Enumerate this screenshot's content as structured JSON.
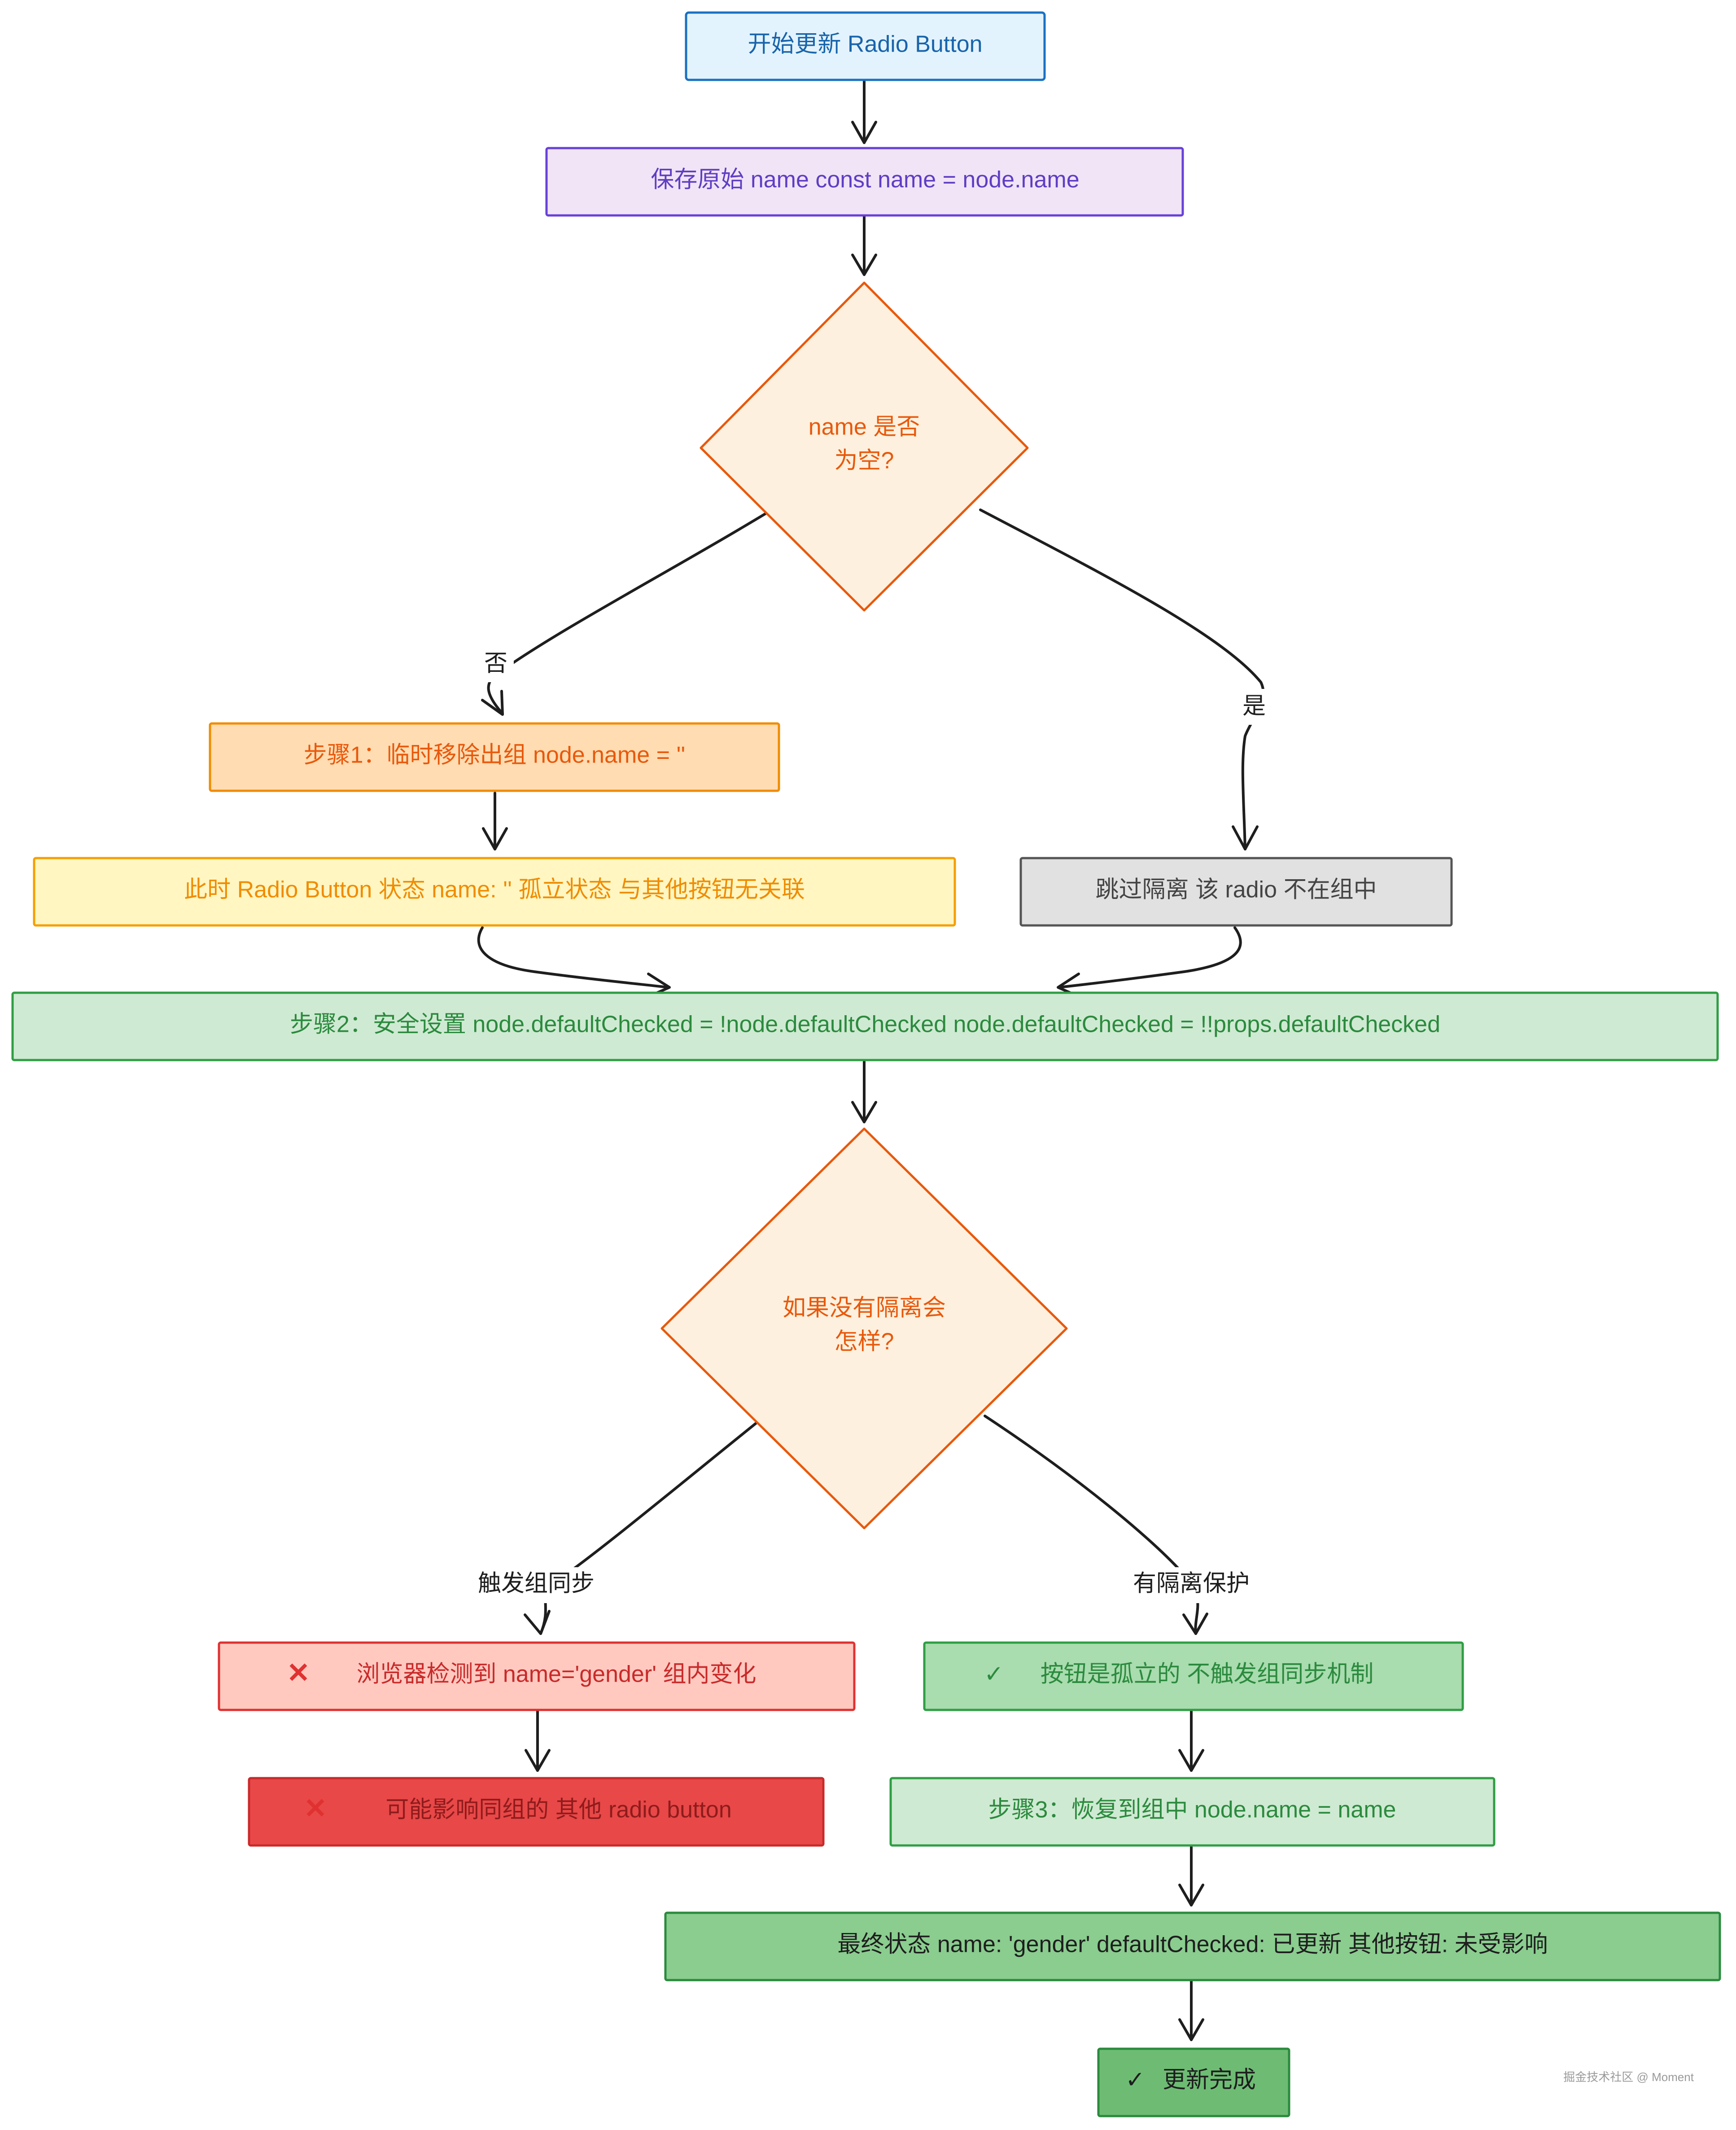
{
  "nodes": {
    "start": {
      "text": "开始更新 Radio Button",
      "fill": "#e3f3fd",
      "stroke": "#1971c2",
      "color": "#1864ab"
    },
    "save_name": {
      "text": "保存原始 name const name = node.name",
      "fill": "#f1e4f6",
      "stroke": "#6741d9",
      "color": "#5f3dc4"
    },
    "check_empty": {
      "line1": "name 是否",
      "line2": "为空?",
      "fill": "#fdf0de",
      "stroke": "#e8590c",
      "color": "#e8590c"
    },
    "step1": {
      "text": "步骤1：临时移除出组 node.name = ''",
      "fill": "#ffdcb2",
      "stroke": "#f08c00",
      "color": "#e8590c"
    },
    "isolated_state": {
      "text": "此时 Radio Button 状态 name: '' 孤立状态 与其他按钮无关联",
      "fill": "#fff6c2",
      "stroke": "#f59f00",
      "color": "#f08c00"
    },
    "skip_isolation": {
      "text": "跳过隔离 该 radio 不在组中",
      "fill": "#e1e1e1",
      "stroke": "#555555",
      "color": "#444444"
    },
    "step2": {
      "text": "步骤2：安全设置 node.defaultChecked = !node.defaultChecked node.defaultChecked = !!props.defaultChecked",
      "fill": "#cfead2",
      "stroke": "#2f9e44",
      "color": "#2b8a3e"
    },
    "what_if": {
      "line1": "如果没有隔离会",
      "line2": "怎样?",
      "fill": "#fdf0de",
      "stroke": "#e8590c",
      "color": "#e8590c"
    },
    "browser_detect": {
      "icon": "✕",
      "text": "浏览器检测到 name='gender' 组内变化",
      "fill": "#ffc9c0",
      "stroke": "#e03131",
      "color": "#c92a2a"
    },
    "affect_others": {
      "icon": "✕",
      "text": "可能影响同组的 其他 radio button",
      "fill": "#e84848",
      "stroke": "#c92a2a",
      "color": "#8f1b1b"
    },
    "isolated_button": {
      "icon": "✓",
      "text": "按钮是孤立的 不触发组同步机制",
      "fill": "#a9dcae",
      "stroke": "#2f9e44",
      "color": "#2b8a3e"
    },
    "step3": {
      "text": "步骤3：恢复到组中 node.name = name",
      "fill": "#cfead2",
      "stroke": "#2f9e44",
      "color": "#2b8a3e"
    },
    "final_state": {
      "text": "最终状态 name: 'gender' defaultChecked: 已更新 其他按钮: 未受影响",
      "fill": "#8acd8f",
      "stroke": "#2b8a3e",
      "color": "#1e1e1e"
    },
    "done": {
      "icon": "✓",
      "text": "更新完成",
      "fill": "#6ebc74",
      "stroke": "#2b8a3e",
      "color": "#1e1e1e"
    }
  },
  "edge_labels": {
    "no": "否",
    "yes": "是",
    "trigger_sync": "触发组同步",
    "with_isolation": "有隔离保护"
  },
  "watermark": "掘金技术社区 @ Moment",
  "colors": {
    "edge": "#1e1e1e",
    "x_mark": "#e03131"
  }
}
